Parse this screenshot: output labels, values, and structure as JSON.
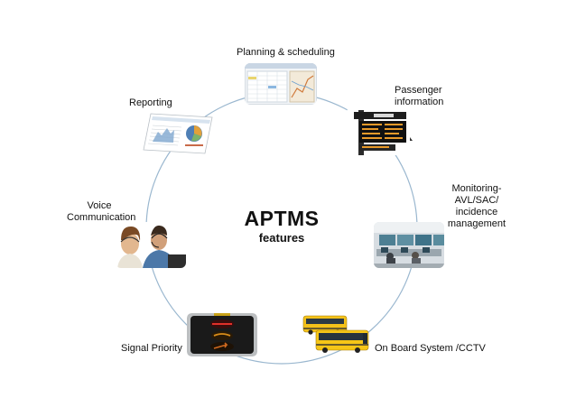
{
  "center": {
    "title": "APTMS",
    "subtitle": "features"
  },
  "features": [
    {
      "id": "planning",
      "label": "Planning & scheduling",
      "icon": "schedule-screenshot-icon"
    },
    {
      "id": "passenger",
      "label": "Passenger\ninformation",
      "icon": "departure-board-icon"
    },
    {
      "id": "monitoring",
      "label": "Monitoring-\n AVL/SAC/\nincidence management",
      "icon": "control-room-icon"
    },
    {
      "id": "onboard",
      "label": "On Board System /CCTV",
      "icon": "buses-icon"
    },
    {
      "id": "signal",
      "label": "Signal Priority",
      "icon": "traffic-signal-icon"
    },
    {
      "id": "voice",
      "label": "Voice\nCommunication",
      "icon": "headset-operators-icon"
    },
    {
      "id": "reporting",
      "label": "Reporting",
      "icon": "report-document-icon"
    }
  ],
  "colors": {
    "ring": "#9ab7cf",
    "bus": "#f4c21a",
    "signal_dark": "#1a1a1a"
  }
}
